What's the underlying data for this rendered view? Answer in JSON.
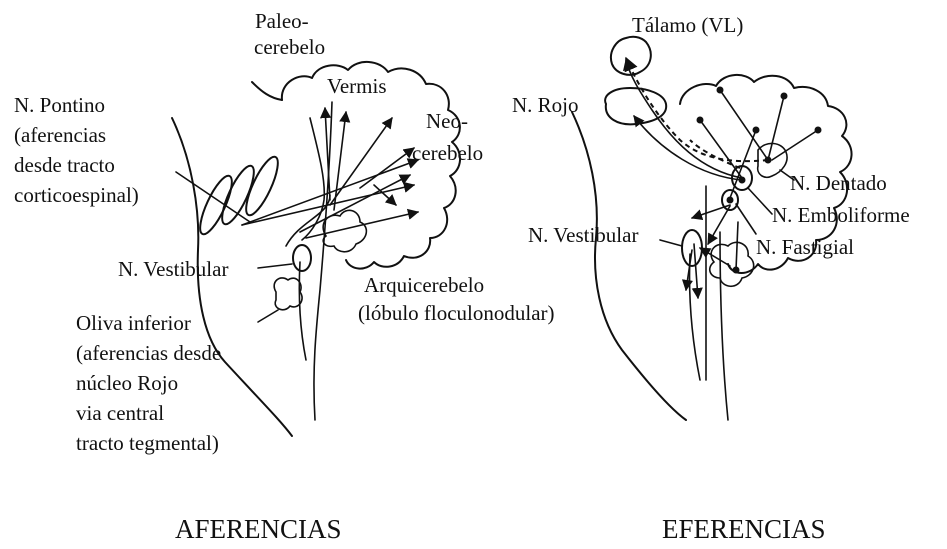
{
  "afferents": {
    "caption": "AFERENCIAS",
    "labels": {
      "paleo_1": "Paleo-",
      "paleo_2": "cerebelo",
      "vermis": "Vermis",
      "neo_1": "Neo-",
      "neo_2": "cerebelo",
      "pontino_1": "N. Pontino",
      "pontino_2": "(aferencias",
      "pontino_3": "desde tracto",
      "pontino_4": "corticoespinal)",
      "vestibular": "N. Vestibular",
      "arqui_1": "Arquicerebelo",
      "arqui_2": "(lóbulo floculonodular)",
      "oliva_1": "Oliva inferior",
      "oliva_2": "(aferencias desde",
      "oliva_3": "núcleo Rojo",
      "oliva_4": "via central",
      "oliva_5": "tracto tegmental)"
    }
  },
  "efferents": {
    "caption": "EFERENCIAS",
    "labels": {
      "talamo": "Tálamo (VL)",
      "rojo": "N. Rojo",
      "dentado": "N. Dentado",
      "emboliforme": "N. Emboliforme",
      "vestibular": "N. Vestibular",
      "fastigial": "N. Fastigial"
    }
  }
}
